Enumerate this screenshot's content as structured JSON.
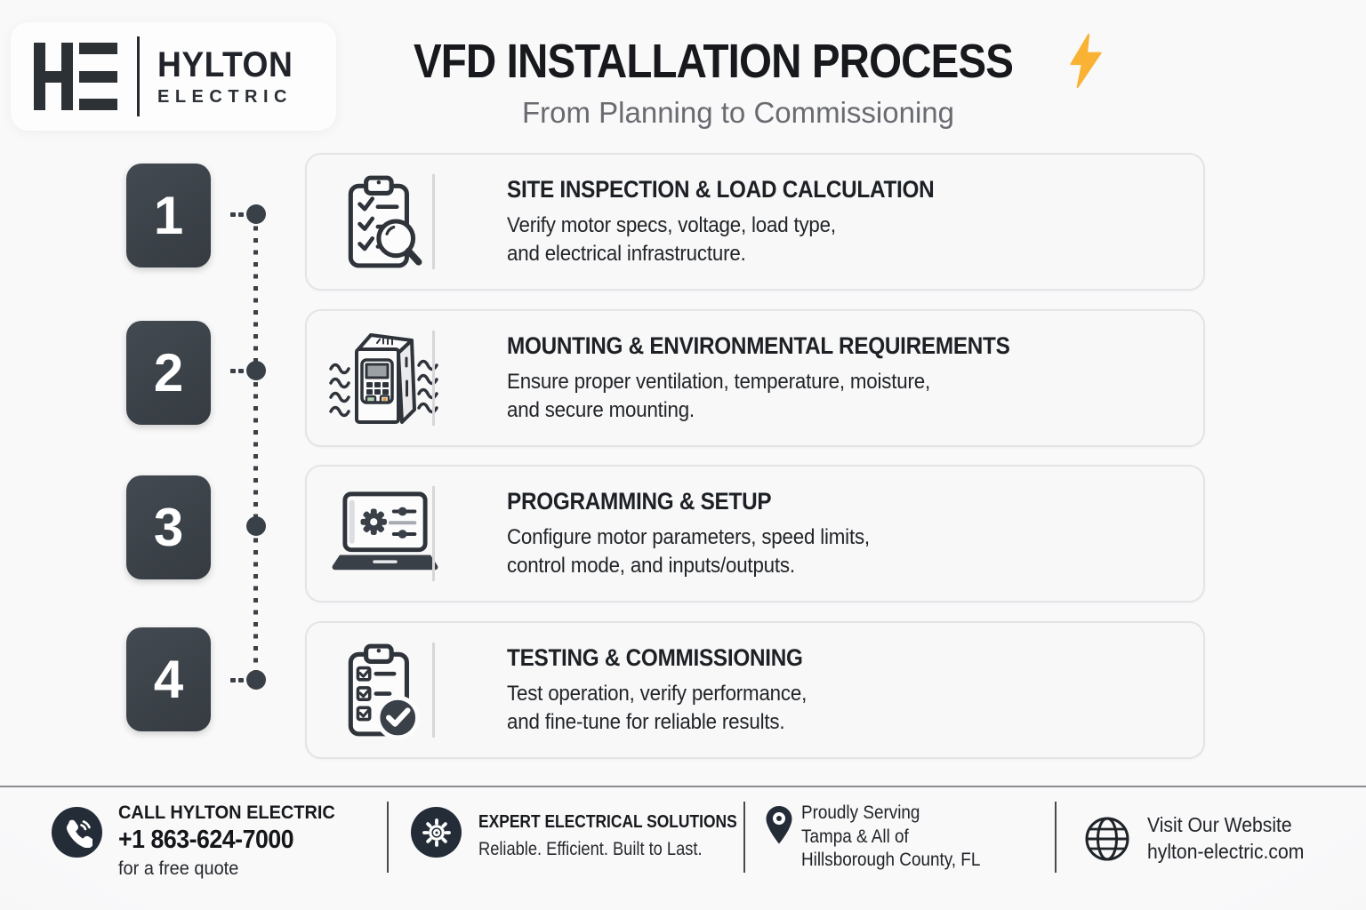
{
  "logo": {
    "monogram": "HE",
    "name": "HYLTON",
    "subname": "ELECTRIC"
  },
  "header": {
    "title": "VFD INSTALLATION PROCESS",
    "subtitle": "From Planning to Commissioning",
    "bolt_icon": "lightning-bolt-icon",
    "bolt_color": "#F9B233"
  },
  "steps": [
    {
      "number": "1",
      "icon": "clipboard-magnifier-icon",
      "title": "SITE INSPECTION & LOAD CALCULATION",
      "description": "Verify motor specs, voltage, load type,\nand electrical infrastructure."
    },
    {
      "number": "2",
      "icon": "vfd-drive-ventilation-icon",
      "title": "MOUNTING & ENVIRONMENTAL REQUIREMENTS",
      "description": "Ensure proper ventilation, temperature, moisture,\nand secure mounting."
    },
    {
      "number": "3",
      "icon": "laptop-settings-icon",
      "title": "PROGRAMMING & SETUP",
      "description": "Configure motor parameters, speed limits,\ncontrol mode, and inputs/outputs."
    },
    {
      "number": "4",
      "icon": "clipboard-check-icon",
      "title": "TESTING & COMMISSIONING",
      "description": "Test operation, verify performance,\nand fine-tune for reliable results."
    }
  ],
  "footer": {
    "phone": {
      "icon": "phone-icon",
      "line1": "CALL HYLTON ELECTRIC",
      "number": "+1 863-624-7000",
      "line3": "for a free quote"
    },
    "solutions": {
      "icon": "gear-icon",
      "line1": "EXPERT ELECTRICAL SOLUTIONS",
      "line2": "Reliable. Efficient. Built to Last."
    },
    "serving": {
      "icon": "location-pin-icon",
      "text": "Proudly Serving\nTampa & All of\nHillsborough County, FL"
    },
    "website": {
      "icon": "globe-icon",
      "line1": "Visit Our Website",
      "line2": "hylton-electric.com"
    }
  },
  "colors": {
    "page_bg": "#F5F5F6",
    "card_bg": "#F8F8F9",
    "card_border": "#E4E4E7",
    "accent_dark": "#3A4148",
    "icon_stroke": "#2F343A",
    "badge_bg": "#242D37",
    "bolt": "#F9B233"
  }
}
